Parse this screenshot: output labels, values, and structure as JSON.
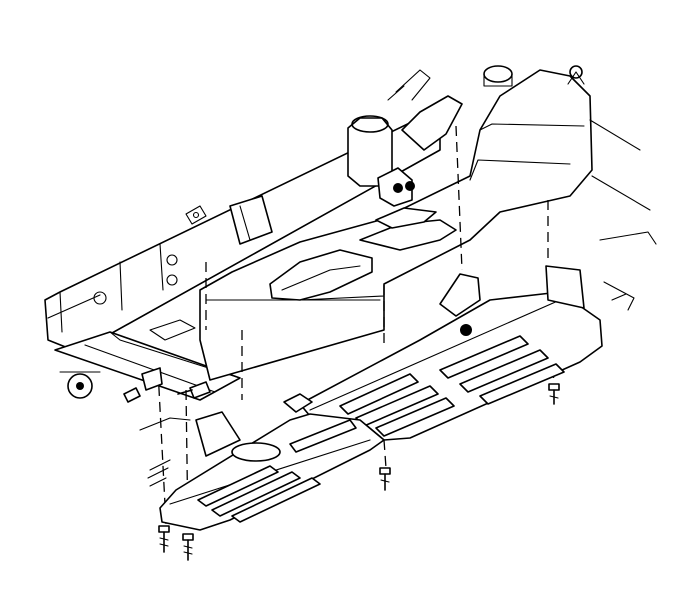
{
  "figure": {
    "description_visible_text": "",
    "colors": {
      "line": "#000000",
      "background": "#ffffff"
    }
  },
  "parts": {
    "fuel_tank": {
      "icon": "fuel-tank-drawing"
    },
    "frame_rail": {
      "icon": "frame-rail-drawing"
    },
    "shield_front": {
      "icon": "skid-plate-drawing"
    },
    "shield_rear": {
      "icon": "skid-plate-drawing"
    },
    "fasteners": [
      {
        "icon": "bolt-icon"
      },
      {
        "icon": "bolt-icon"
      },
      {
        "icon": "bolt-icon"
      },
      {
        "icon": "bolt-icon"
      },
      {
        "icon": "bolt-icon"
      }
    ]
  }
}
